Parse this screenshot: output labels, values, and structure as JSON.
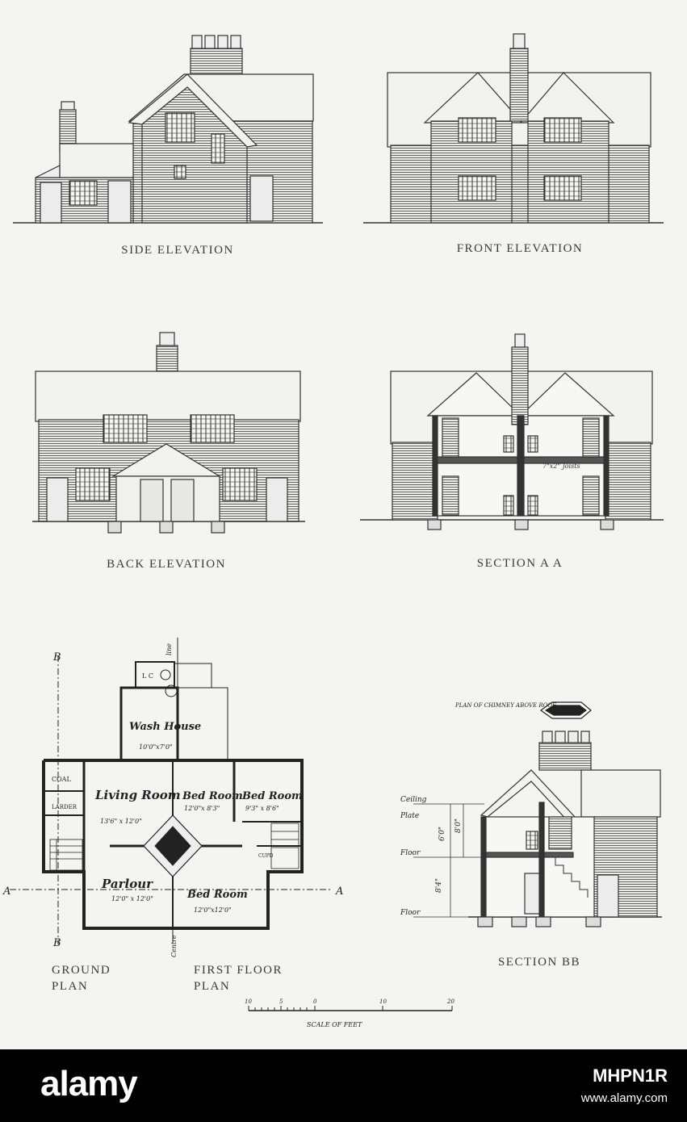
{
  "captions": {
    "side_elevation": "SIDE ELEVATION",
    "front_elevation": "FRONT ELEVATION",
    "back_elevation": "BACK ELEVATION",
    "section_aa": "SECTION A A",
    "ground_plan": "GROUND PLAN",
    "first_floor_plan": "FIRST FLOOR PLAN",
    "section_bb": "SECTION BB"
  },
  "plan": {
    "wash_house": "Wash House",
    "wash_house_dim": "10'0\"x7'0\"",
    "lc": "L C",
    "coal": "COAL",
    "larder": "LARDER",
    "living_room": "Living Room",
    "living_room_dim": "13'6\" x 12'0\"",
    "parlour": "Parlour",
    "parlour_dim": "12'0\" x 12'0\"",
    "bed_room_1": "Bed Room",
    "bed_room_1_dim": "12'0\"x 8'3\"",
    "bed_room_2": "Bed Room",
    "bed_room_2_dim": "9'3\" x 8'6\"",
    "bed_room_3": "Bed Room",
    "bed_room_3_dim": "12'0\"x12'0\"",
    "cupd": "CUPD",
    "line": "line",
    "centre": "Centre",
    "marker_a": "A",
    "marker_b": "B"
  },
  "section_aa": {
    "joists": "7\"x2\" Joists"
  },
  "section_bb": {
    "chimney_plan": "PLAN OF CHIMNEY ABOVE ROOF",
    "ceiling": "Ceiling",
    "plate": "Plate",
    "floor": "Floor",
    "dim_upper": "6'0\"",
    "dim_upper_total": "8'0\"",
    "dim_lower": "8'4\""
  },
  "scale": {
    "title": "SCALE OF FEET",
    "ticks": [
      "10",
      "5",
      "0",
      "10",
      "20"
    ]
  },
  "watermark": {
    "logo": "alamy",
    "image_id": "MHPN1R",
    "url": "www.alamy.com"
  }
}
